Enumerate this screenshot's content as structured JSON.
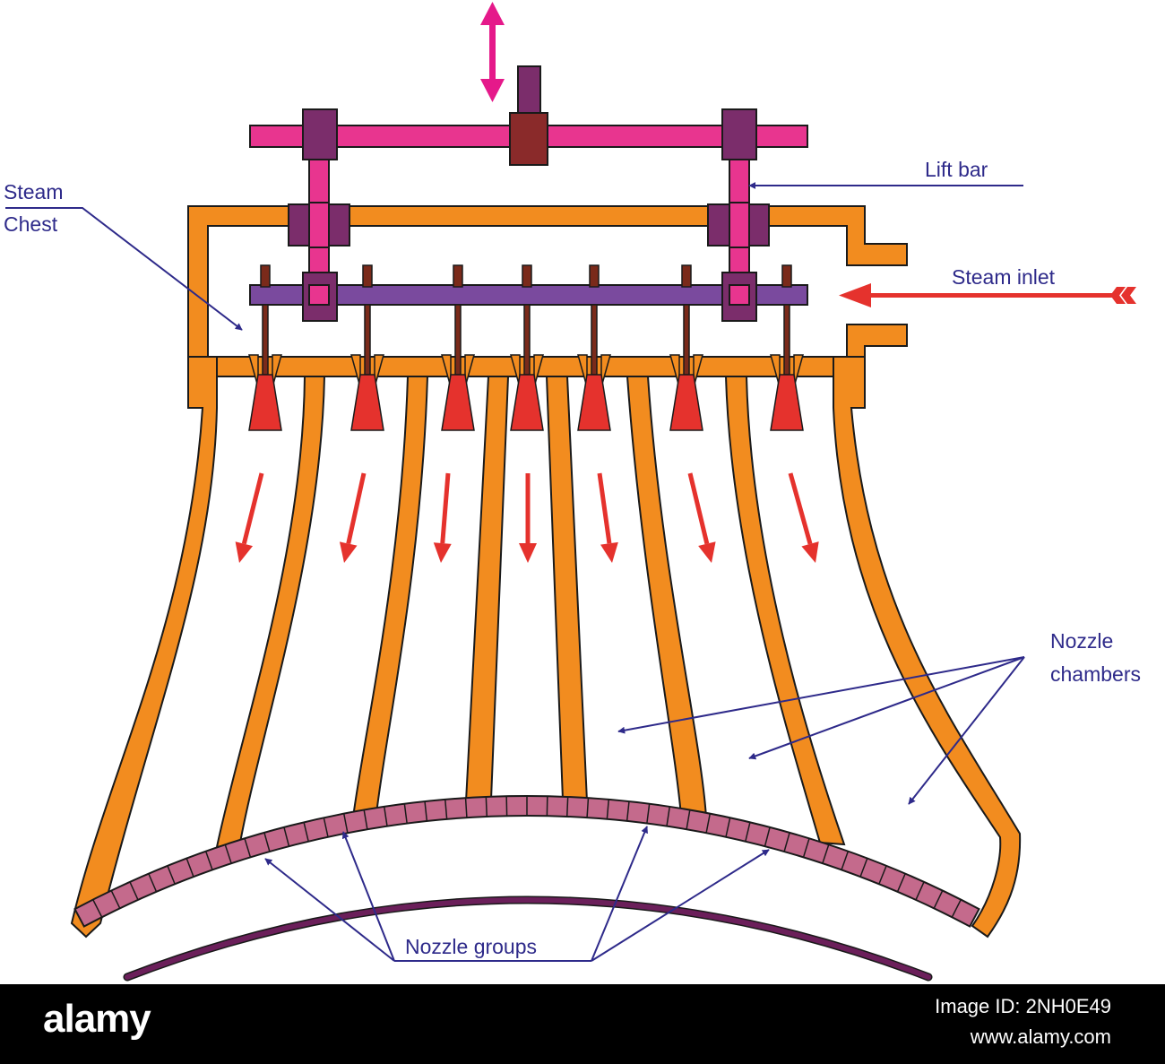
{
  "labels": {
    "steam_chest_line1": "Steam",
    "steam_chest_line2": "Chest",
    "lift_bar": "Lift bar",
    "steam_inlet": "Steam inlet",
    "nozzle_chambers_line1": "Nozzle",
    "nozzle_chambers_line2": "chambers",
    "nozzle_groups": "Nozzle groups"
  },
  "watermark": {
    "brand": "alamy",
    "image_id": "Image ID: 2NH0E49",
    "site": "www.alamy.com"
  },
  "colors": {
    "casing": "#f28c1f",
    "lift_bar": "#e8358f",
    "valve_bar": "#7a4a9e",
    "nut": "#7b2d6b",
    "spindle": "#7a2a1a",
    "nozzle": "#e5322d",
    "flow_arrow": "#e5322d",
    "leader_line": "#2e2a8a",
    "nozzle_ring": "#c46a8c",
    "rotor_arc": "#6b1f5a"
  }
}
